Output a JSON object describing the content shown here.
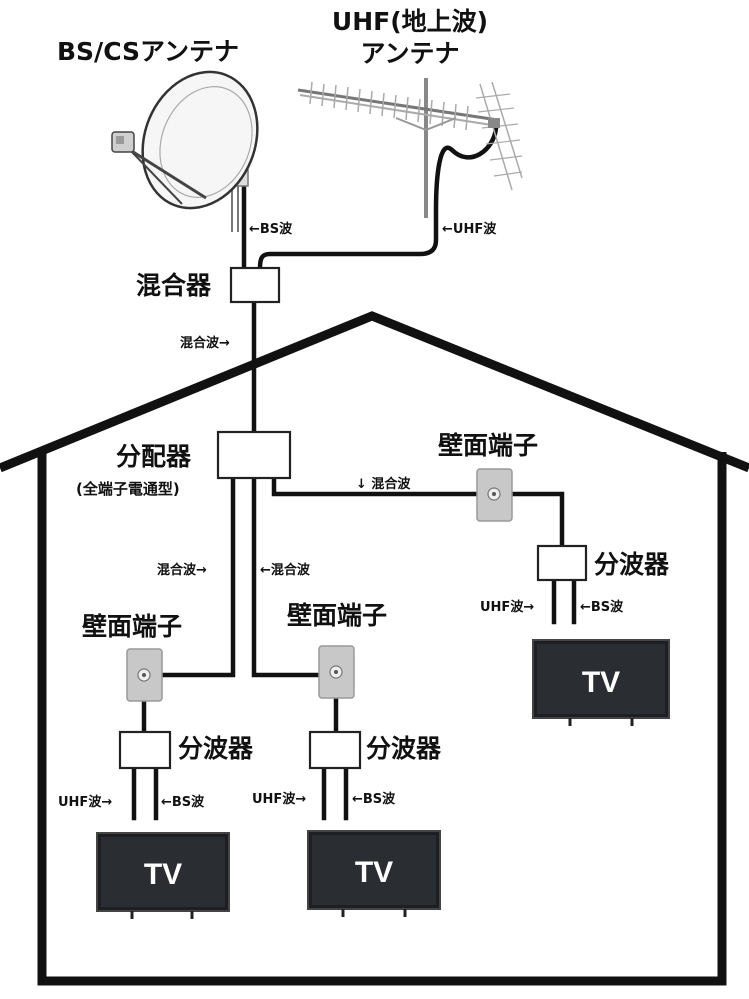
{
  "antennas": {
    "bs_cs": "BS/CSアンテナ",
    "uhf_line1": "UHF(地上波)",
    "uhf_line2": "アンテナ"
  },
  "wave_labels": {
    "bs": "←BS波",
    "uhf": "←UHF波",
    "mixed_in": "混合波→",
    "mixed_right": "↓ 混合波",
    "mixed_left_branch": "混合波→",
    "mixed_mid_branch": "←混合波"
  },
  "devices": {
    "mixer": "混合器",
    "splitter": "分配器",
    "splitter_note": "(全端子電通型)",
    "wall_terminal": "壁面端子",
    "separator": "分波器"
  },
  "separator_outputs": {
    "uhf": "UHF波→",
    "bs": "←BS波"
  },
  "tv_label": "TV"
}
